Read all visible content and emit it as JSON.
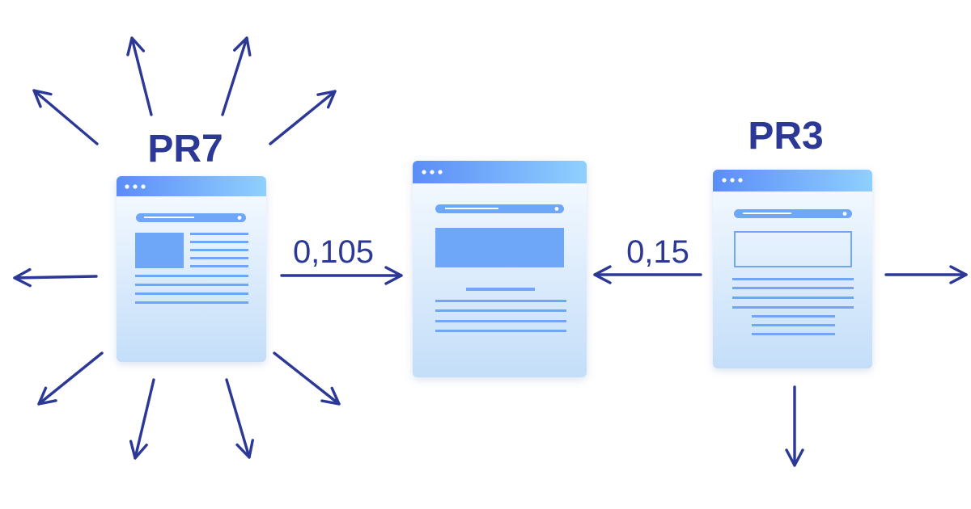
{
  "diagram": {
    "pages": {
      "left": {
        "label": "PR7"
      },
      "center": {
        "label": ""
      },
      "right": {
        "label": "PR3"
      }
    },
    "links": {
      "left_to_center": {
        "value": "0,105"
      },
      "right_to_center": {
        "value": "0,15"
      }
    }
  },
  "colors": {
    "arrow": "#2b3896",
    "text": "#2b3896",
    "header_start": "#5b8df7",
    "header_end": "#8fd0ff",
    "page_top": "#f7fbff",
    "page_bottom": "#c4def9",
    "block": "#6ea6f8",
    "line": "#6ea6f8",
    "dots": "#ffffff"
  },
  "icons": [
    "browser-window-icon",
    "arrow-icon"
  ]
}
